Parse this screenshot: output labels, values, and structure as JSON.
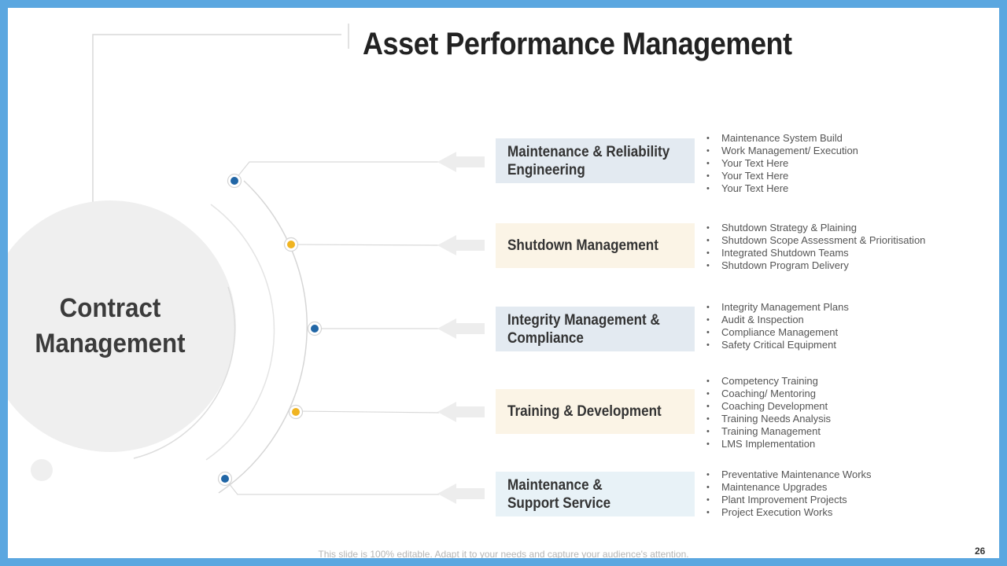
{
  "title": "Asset Performance Management",
  "center": {
    "line1": "Contract",
    "line2": "Management"
  },
  "items": [
    {
      "label_lines": [
        "Maintenance & Reliability",
        "Engineering"
      ],
      "dot_color": "#2166a6",
      "box_color": "#e3eaf1",
      "bullets": [
        "Maintenance System Build",
        "Work Management/ Execution",
        "Your Text Here",
        "Your Text Here",
        "Your Text Here"
      ]
    },
    {
      "label_lines": [
        "Shutdown Management"
      ],
      "dot_color": "#f0b421",
      "box_color": "#fbf4e6",
      "bullets": [
        "Shutdown Strategy & Plaining",
        "Shutdown Scope Assessment & Prioritisation",
        "Integrated Shutdown Teams",
        "Shutdown Program Delivery"
      ]
    },
    {
      "label_lines": [
        "Integrity Management &",
        "Compliance"
      ],
      "dot_color": "#2166a6",
      "box_color": "#e3eaf1",
      "bullets": [
        "Integrity Management Plans",
        "Audit & Inspection",
        "Compliance Management",
        "Safety Critical Equipment"
      ]
    },
    {
      "label_lines": [
        "Training & Development"
      ],
      "dot_color": "#f0b421",
      "box_color": "#fbf4e6",
      "bullets": [
        "Competency Training",
        "Coaching/ Mentoring",
        "Coaching Development",
        "Training Needs Analysis",
        "Training Management",
        "LMS Implementation"
      ]
    },
    {
      "label_lines": [
        "Maintenance &",
        "Support Service"
      ],
      "dot_color": "#2166a6",
      "box_color": "#e8f2f7",
      "bullets": [
        "Preventative Maintenance Works",
        "Maintenance Upgrades",
        "Plant Improvement Projects",
        "Project Execution Works"
      ]
    }
  ],
  "footer": "This slide is 100% editable. Adapt it to your needs and capture your audience's attention.",
  "page_number": "26",
  "colors": {
    "frame": "#5ba7e0",
    "dot_blue": "#2166a6",
    "dot_yellow": "#f0b421"
  }
}
